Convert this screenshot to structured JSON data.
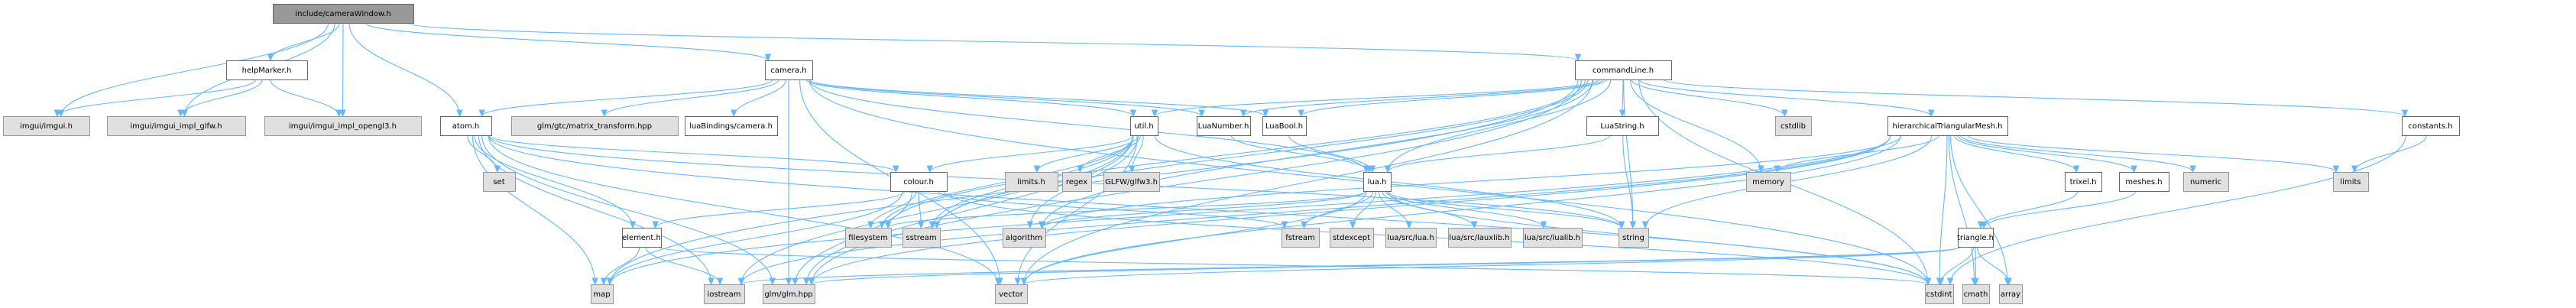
{
  "title": "include/cameraWindow.h",
  "graph_type": "include dependency graph",
  "colors": {
    "edge": "#63b8ff",
    "root_fill": "#999999",
    "local_fill": "#ffffff",
    "system_fill": "#e0e0e0"
  },
  "nodes": [
    {
      "id": "cameraWindow",
      "label": "include/cameraWindow.h",
      "kind": "root"
    },
    {
      "id": "helpMarker",
      "label": "helpMarker.h",
      "kind": "local"
    },
    {
      "id": "camera",
      "label": "camera.h",
      "kind": "local"
    },
    {
      "id": "commandLine",
      "label": "commandLine.h",
      "kind": "local"
    },
    {
      "id": "imgui",
      "label": "imgui/imgui.h",
      "kind": "system"
    },
    {
      "id": "imgui_glfw",
      "label": "imgui/imgui_impl_glfw.h",
      "kind": "system"
    },
    {
      "id": "imgui_opengl3",
      "label": "imgui/imgui_impl_opengl3.h",
      "kind": "system"
    },
    {
      "id": "atom",
      "label": "atom.h",
      "kind": "local"
    },
    {
      "id": "matrix_transform",
      "label": "glm/gtc/matrix_transform.hpp",
      "kind": "system"
    },
    {
      "id": "luaBindingsCamera",
      "label": "luaBindings/camera.h",
      "kind": "local"
    },
    {
      "id": "util",
      "label": "util.h",
      "kind": "local"
    },
    {
      "id": "LuaNumber",
      "label": "LuaNumber.h",
      "kind": "local"
    },
    {
      "id": "LuaBool",
      "label": "LuaBool.h",
      "kind": "local"
    },
    {
      "id": "LuaString",
      "label": "LuaString.h",
      "kind": "local"
    },
    {
      "id": "cstdlib",
      "label": "cstdlib",
      "kind": "system"
    },
    {
      "id": "htm",
      "label": "hierarchicalTriangularMesh.h",
      "kind": "local"
    },
    {
      "id": "constants",
      "label": "constants.h",
      "kind": "local"
    },
    {
      "id": "set",
      "label": "set",
      "kind": "system"
    },
    {
      "id": "colour",
      "label": "colour.h",
      "kind": "local"
    },
    {
      "id": "limits_h",
      "label": "limits.h",
      "kind": "system"
    },
    {
      "id": "regex",
      "label": "regex",
      "kind": "system"
    },
    {
      "id": "glfw3",
      "label": "GLFW/glfw3.h",
      "kind": "system"
    },
    {
      "id": "lua",
      "label": "lua.h",
      "kind": "local"
    },
    {
      "id": "memory",
      "label": "memory",
      "kind": "system"
    },
    {
      "id": "trixel",
      "label": "trixel.h",
      "kind": "local"
    },
    {
      "id": "meshes",
      "label": "meshes.h",
      "kind": "local"
    },
    {
      "id": "numeric",
      "label": "numeric",
      "kind": "system"
    },
    {
      "id": "limits",
      "label": "limits",
      "kind": "system"
    },
    {
      "id": "element",
      "label": "element.h",
      "kind": "local"
    },
    {
      "id": "filesystem",
      "label": "filesystem",
      "kind": "system"
    },
    {
      "id": "sstream",
      "label": "sstream",
      "kind": "system"
    },
    {
      "id": "algorithm",
      "label": "algorithm",
      "kind": "system"
    },
    {
      "id": "fstream",
      "label": "fstream",
      "kind": "system"
    },
    {
      "id": "stdexcept",
      "label": "stdexcept",
      "kind": "system"
    },
    {
      "id": "lua_src_lua",
      "label": "lua/src/lua.h",
      "kind": "system"
    },
    {
      "id": "lua_src_lauxlib",
      "label": "lua/src/lauxlib.h",
      "kind": "system"
    },
    {
      "id": "lua_src_lualib",
      "label": "lua/src/lualib.h",
      "kind": "system"
    },
    {
      "id": "string",
      "label": "string",
      "kind": "system"
    },
    {
      "id": "triangle",
      "label": "triangle.h",
      "kind": "local"
    },
    {
      "id": "map",
      "label": "map",
      "kind": "system"
    },
    {
      "id": "iostream",
      "label": "iostream",
      "kind": "system"
    },
    {
      "id": "glm",
      "label": "glm/glm.hpp",
      "kind": "system"
    },
    {
      "id": "vector",
      "label": "vector",
      "kind": "system"
    },
    {
      "id": "cstdint",
      "label": "cstdint",
      "kind": "system"
    },
    {
      "id": "cmath",
      "label": "cmath",
      "kind": "system"
    },
    {
      "id": "array",
      "label": "array",
      "kind": "system"
    }
  ],
  "edges": [
    [
      "cameraWindow",
      "helpMarker"
    ],
    [
      "cameraWindow",
      "imgui"
    ],
    [
      "cameraWindow",
      "imgui_glfw"
    ],
    [
      "cameraWindow",
      "imgui_opengl3"
    ],
    [
      "cameraWindow",
      "atom"
    ],
    [
      "cameraWindow",
      "camera"
    ],
    [
      "cameraWindow",
      "commandLine"
    ],
    [
      "helpMarker",
      "imgui"
    ],
    [
      "helpMarker",
      "imgui_glfw"
    ],
    [
      "helpMarker",
      "imgui_opengl3"
    ],
    [
      "camera",
      "atom"
    ],
    [
      "camera",
      "matrix_transform"
    ],
    [
      "camera",
      "luaBindingsCamera"
    ],
    [
      "camera",
      "util"
    ],
    [
      "camera",
      "LuaNumber"
    ],
    [
      "camera",
      "LuaBool"
    ],
    [
      "camera",
      "glm"
    ],
    [
      "camera",
      "vector"
    ],
    [
      "camera",
      "lua"
    ],
    [
      "camera",
      "cstdint"
    ],
    [
      "atom",
      "set"
    ],
    [
      "atom",
      "colour"
    ],
    [
      "atom",
      "element"
    ],
    [
      "atom",
      "map"
    ],
    [
      "atom",
      "iostream"
    ],
    [
      "atom",
      "glm"
    ],
    [
      "atom",
      "vector"
    ],
    [
      "atom",
      "cstdint"
    ],
    [
      "atom",
      "string"
    ],
    [
      "colour",
      "element"
    ],
    [
      "colour",
      "filesystem"
    ],
    [
      "colour",
      "sstream"
    ],
    [
      "colour",
      "fstream"
    ],
    [
      "colour",
      "glm"
    ],
    [
      "colour",
      "map"
    ],
    [
      "colour",
      "cstdint"
    ],
    [
      "element",
      "map"
    ],
    [
      "element",
      "iostream"
    ],
    [
      "element",
      "cstdint"
    ],
    [
      "util",
      "colour"
    ],
    [
      "util",
      "limits_h"
    ],
    [
      "util",
      "regex"
    ],
    [
      "util",
      "glfw3"
    ],
    [
      "util",
      "filesystem"
    ],
    [
      "util",
      "sstream"
    ],
    [
      "util",
      "algorithm"
    ],
    [
      "util",
      "glm"
    ],
    [
      "util",
      "vector"
    ],
    [
      "util",
      "string"
    ],
    [
      "util",
      "iostream"
    ],
    [
      "LuaNumber",
      "lua"
    ],
    [
      "LuaBool",
      "lua"
    ],
    [
      "LuaString",
      "lua"
    ],
    [
      "LuaString",
      "string"
    ],
    [
      "commandLine",
      "util"
    ],
    [
      "commandLine",
      "LuaNumber"
    ],
    [
      "commandLine",
      "LuaBool"
    ],
    [
      "commandLine",
      "LuaString"
    ],
    [
      "commandLine",
      "lua"
    ],
    [
      "commandLine",
      "cstdlib"
    ],
    [
      "commandLine",
      "memory"
    ],
    [
      "commandLine",
      "htm"
    ],
    [
      "commandLine",
      "constants"
    ],
    [
      "commandLine",
      "filesystem"
    ],
    [
      "commandLine",
      "sstream"
    ],
    [
      "commandLine",
      "algorithm"
    ],
    [
      "commandLine",
      "string"
    ],
    [
      "commandLine",
      "vector"
    ],
    [
      "commandLine",
      "glm"
    ],
    [
      "commandLine",
      "map"
    ],
    [
      "commandLine",
      "cstdint"
    ],
    [
      "lua",
      "fstream"
    ],
    [
      "lua",
      "stdexcept"
    ],
    [
      "lua",
      "lua_src_lua"
    ],
    [
      "lua",
      "lua_src_lauxlib"
    ],
    [
      "lua",
      "lua_src_lualib"
    ],
    [
      "lua",
      "string"
    ],
    [
      "lua",
      "algorithm"
    ],
    [
      "lua",
      "vector"
    ],
    [
      "lua",
      "filesystem"
    ],
    [
      "lua",
      "cstdint"
    ],
    [
      "htm",
      "memory"
    ],
    [
      "htm",
      "trixel"
    ],
    [
      "htm",
      "meshes"
    ],
    [
      "htm",
      "numeric"
    ],
    [
      "htm",
      "limits"
    ],
    [
      "htm",
      "string"
    ],
    [
      "htm",
      "algorithm"
    ],
    [
      "htm",
      "vector"
    ],
    [
      "htm",
      "glm"
    ],
    [
      "htm",
      "cstdint"
    ],
    [
      "htm",
      "cmath"
    ],
    [
      "htm",
      "array"
    ],
    [
      "htm",
      "map"
    ],
    [
      "htm",
      "iostream"
    ],
    [
      "trixel",
      "triangle"
    ],
    [
      "meshes",
      "triangle"
    ],
    [
      "triangle",
      "cstdint"
    ],
    [
      "triangle",
      "cmath"
    ],
    [
      "triangle",
      "array"
    ],
    [
      "triangle",
      "vector"
    ],
    [
      "triangle",
      "glm"
    ],
    [
      "triangle",
      "iostream"
    ],
    [
      "constants",
      "limits"
    ],
    [
      "constants",
      "cstdint"
    ]
  ]
}
